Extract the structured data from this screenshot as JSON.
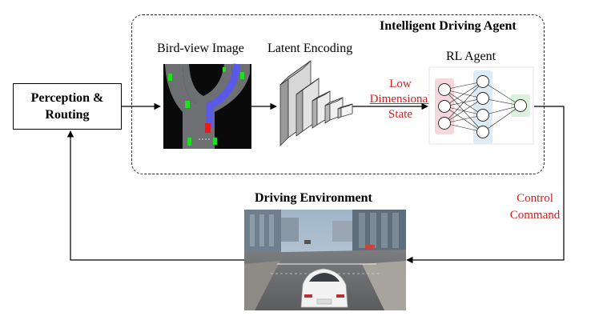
{
  "agent_box": {
    "title": "Intelligent Driving Agent"
  },
  "perception": {
    "line1": "Perception &",
    "line2": "Routing"
  },
  "birdview": {
    "label": "Bird-view Image"
  },
  "encoder": {
    "label": "Latent Encoding"
  },
  "state": {
    "line1": "Low",
    "line2": "Dimensional",
    "line3": "State"
  },
  "rl_agent": {
    "label": "RL Agent"
  },
  "control": {
    "line1": "Control",
    "line2": "Command"
  },
  "environment": {
    "label": "Driving Environment"
  },
  "colors": {
    "accent_red": "#d42020",
    "route_blue": "#5a5ae8",
    "lane_green": "#22dd22",
    "input_layer": "#f5d0d8",
    "hidden_layer": "#d8e8f2",
    "output_layer": "#d6efd6"
  }
}
